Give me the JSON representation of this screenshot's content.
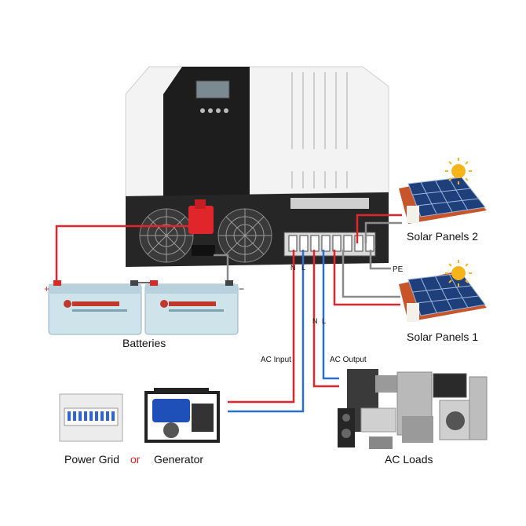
{
  "labels": {
    "solar_panels_2": "Solar Panels 2",
    "solar_panels_1": "Solar Panels 1",
    "pe": "PE",
    "batteries": "Batteries",
    "ac_input": "AC Input",
    "ac_output": "AC Output",
    "power_grid": "Power Grid",
    "or": "or",
    "generator": "Generator",
    "ac_loads": "AC Loads",
    "n_left": "N",
    "l_left": "L",
    "n_right": "N",
    "l_right": "L",
    "battery_plus": "+",
    "battery_minus": "−"
  },
  "colors": {
    "positive_wire": "#e0262b",
    "ac_blue_wire": "#2a6fd6",
    "neutral_gray_wire": "#8a8a8a",
    "inverter_body": "#f1f1f1",
    "inverter_front": "#1d1d1d",
    "battery_body": "#cfe3ea",
    "sun": "#f5b41a"
  }
}
